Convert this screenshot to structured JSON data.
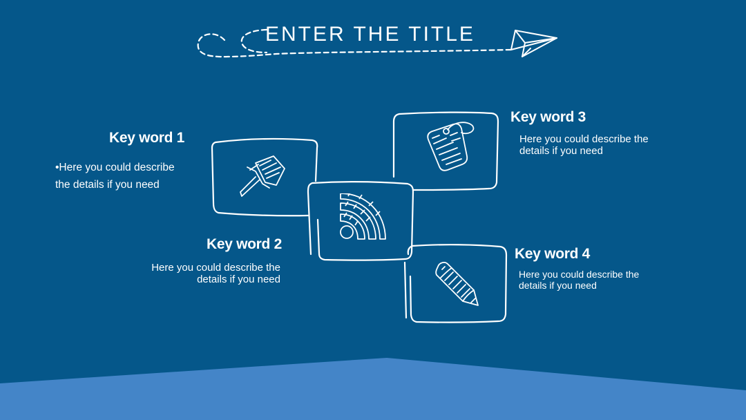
{
  "title": "ENTER THE TITLE",
  "colors": {
    "background": "#05578A",
    "bottom_band": "#4485C8",
    "ink": "#FFFFFF"
  },
  "keywords": [
    {
      "heading": "Key word 1",
      "description": "•Here you could describe the details if you need",
      "icon": "pushpin-icon"
    },
    {
      "heading": "Key word 2",
      "description": "Here you could describe the details if you need",
      "icon": "rss-feed-icon"
    },
    {
      "heading": "Key word 3",
      "description": "Here you could describe the details if you need",
      "icon": "price-tag-icon"
    },
    {
      "heading": "Key word 4",
      "description": "Here you could describe the details if you need",
      "icon": "pencil-icon"
    }
  ]
}
